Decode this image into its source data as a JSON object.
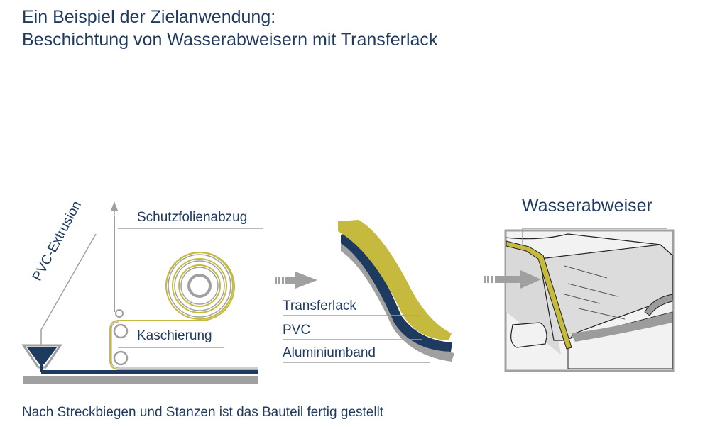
{
  "title": {
    "line1": "Ein Beispiel der Zielanwendung:",
    "line2": "Beschichtung von Wasserabweisern mit Transferlack"
  },
  "process": {
    "extrusion_label": "PVC-Extrusion",
    "film_removal_label": "Schutzfolienabzug",
    "lamination_label": "Kaschierung"
  },
  "layers": {
    "items": [
      {
        "label": "Transferlack",
        "color": "#c5b93e"
      },
      {
        "label": "PVC",
        "color": "#1f3a5f"
      },
      {
        "label": "Aluminiumband",
        "color": "#a0a0a0"
      }
    ]
  },
  "application": {
    "label": "Wasserabweiser"
  },
  "footer": {
    "text": "Nach Streckbiegen und Stanzen ist das Bauteil fertig gestellt"
  },
  "colors": {
    "navy": "#1f3a5f",
    "yellow": "#c5b93e",
    "gray": "#a0a0a0"
  }
}
